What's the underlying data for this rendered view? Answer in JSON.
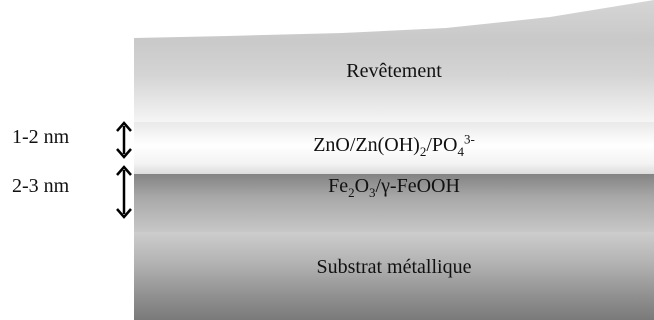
{
  "layers": {
    "coating": {
      "label": "Revêtement"
    },
    "zinc_phosphate": {
      "label_parts": [
        "ZnO/Zn(OH)",
        "2",
        "/PO",
        "4",
        "3-"
      ]
    },
    "iron_oxide": {
      "label_parts": [
        "Fe",
        "2",
        "O",
        "3",
        "/γ-FeOOH"
      ]
    },
    "substrate": {
      "label": "Substrat métallique"
    }
  },
  "thickness_labels": {
    "zinc_phosphate": "1-2 nm",
    "iron_oxide": "2-3 nm"
  }
}
